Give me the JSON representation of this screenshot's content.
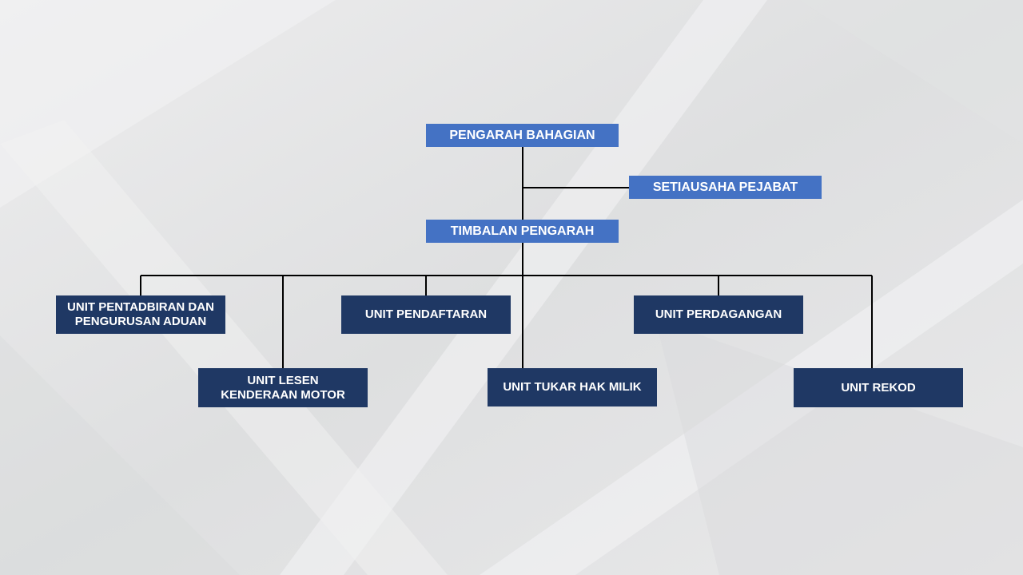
{
  "colors": {
    "top_level": "#4472c4",
    "unit_level": "#1f3864",
    "connector": "#000000"
  },
  "org": {
    "director": "PENGARAH BAHAGIAN",
    "secretary": "SETIAUSAHA PEJABAT",
    "deputy": "TIMBALAN PENGARAH",
    "units": {
      "admin": "UNIT PENTADBIRAN DAN\nPENGURUSAN ADUAN",
      "license": "UNIT LESEN\nKENDERAAN MOTOR",
      "registration": "UNIT PENDAFTARAN",
      "ownership": "UNIT TUKAR HAK MILIK",
      "trade": "UNIT PERDAGANGAN",
      "records": "UNIT REKOD"
    }
  }
}
